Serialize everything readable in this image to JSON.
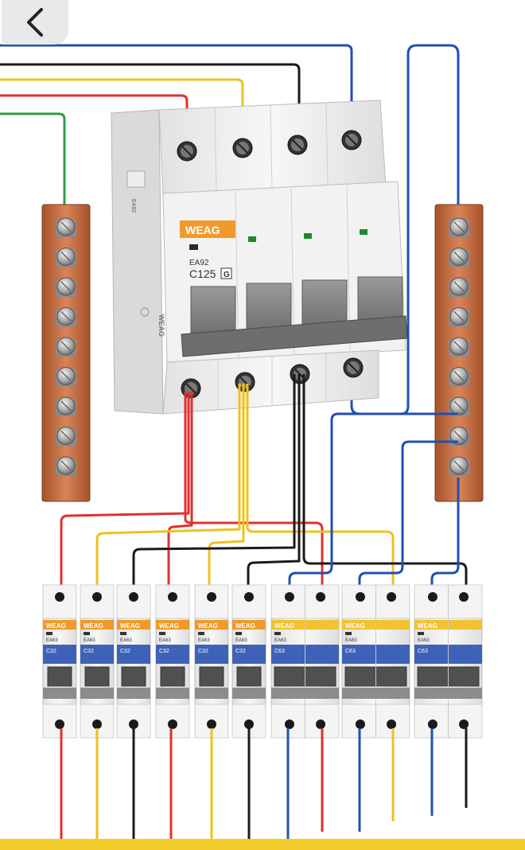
{
  "nav": {
    "back_icon": "chevron-left-icon"
  },
  "main_breaker": {
    "brand": "WEAG",
    "model": "EA92",
    "rating": "C125",
    "badge": "G",
    "side_model": "EA92",
    "side_brand": "WEAG"
  },
  "branch_breakers": [
    {
      "brand": "WEAG",
      "model": "EA63",
      "rating": "C32",
      "style": "yellow",
      "poles": 1
    },
    {
      "brand": "WEAG",
      "model": "EA63",
      "rating": "C32",
      "style": "yellow",
      "poles": 1
    },
    {
      "brand": "WEAG",
      "model": "EA63",
      "rating": "C32",
      "style": "yellow",
      "poles": 1
    },
    {
      "brand": "WEAG",
      "model": "EA63",
      "rating": "C32",
      "style": "yellow",
      "poles": 1
    },
    {
      "brand": "WEAG",
      "model": "EA63",
      "rating": "C32",
      "style": "yellow",
      "poles": 1
    },
    {
      "brand": "WEAG",
      "model": "EA63",
      "rating": "C32",
      "style": "yellow",
      "poles": 1
    },
    {
      "brand": "WEAG",
      "model": "EA63",
      "rating": "C63",
      "style": "blue",
      "poles": 2
    },
    {
      "brand": "WEAG",
      "model": "EA63",
      "rating": "C63",
      "style": "blue",
      "poles": 2
    },
    {
      "brand": "WEAG",
      "model": "EA63",
      "rating": "C63",
      "style": "blue",
      "poles": 2
    }
  ],
  "busbars": {
    "left_terminals": 9,
    "right_terminals": 9
  },
  "colors": {
    "phase_red": "#e03030",
    "phase_yellow": "#f0c020",
    "phase_black": "#1a1a1a",
    "neutral_blue": "#2050b0",
    "ground_green": "#2aa040",
    "copper": "#c06a3e",
    "brand_orange": "#f09a2a",
    "brand_yellow": "#f2c230",
    "module_blue": "#3d62b8",
    "bottom_bar": "#f2cc2a"
  }
}
